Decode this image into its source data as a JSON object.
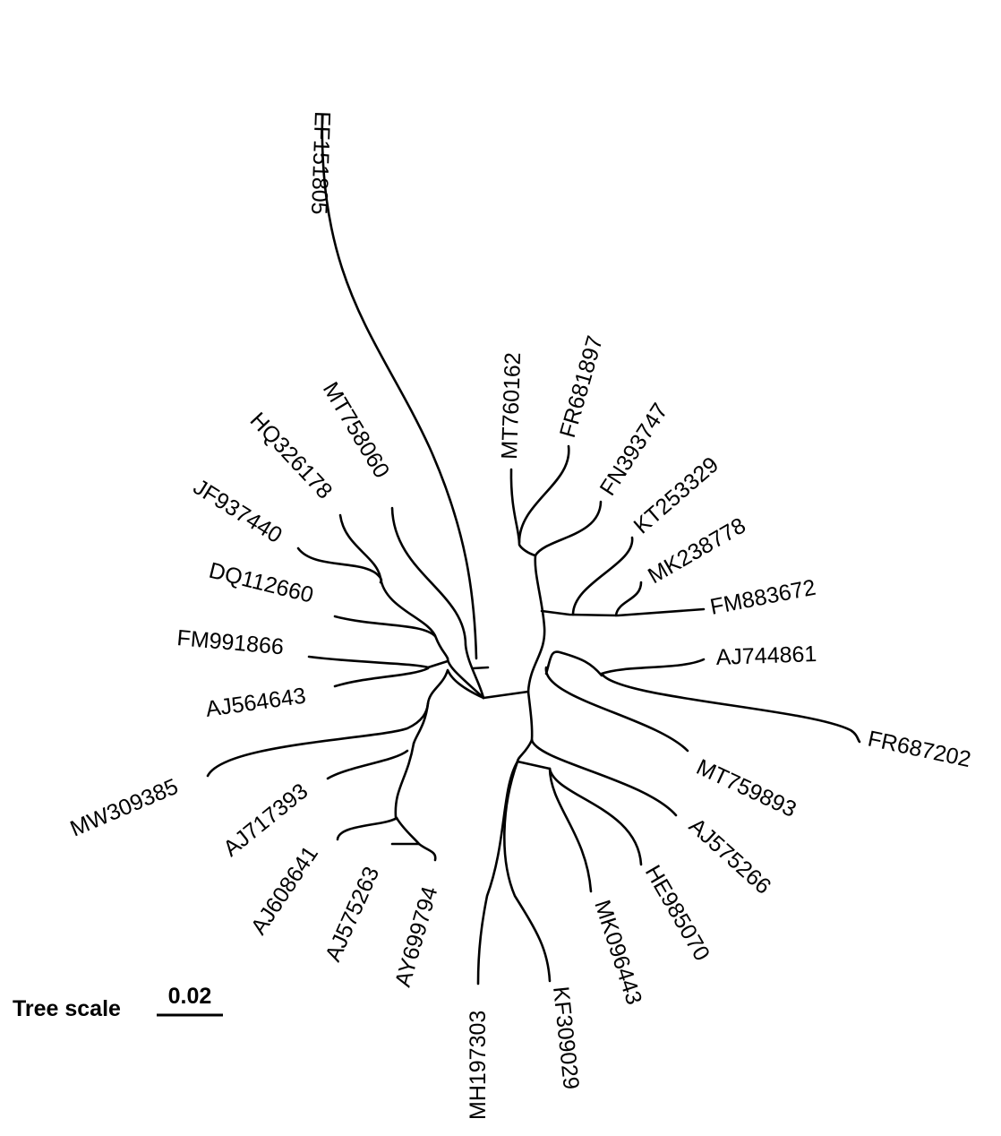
{
  "tree": {
    "leaves": [
      "EF151805",
      "MT760162",
      "FR681897",
      "FN393747",
      "KT253329",
      "MK238778",
      "FM883672",
      "AJ744861",
      "FR687202",
      "MT759893",
      "AJ575266",
      "HE985070",
      "MK096443",
      "KF309029",
      "MH197303",
      "AY699794",
      "AJ575263",
      "AJ608641",
      "AJ717393",
      "MW309385",
      "AJ564643",
      "FM991866",
      "DQ112660",
      "JF937440",
      "HQ326178",
      "MT758060"
    ]
  },
  "scale": {
    "title": "Tree scale",
    "value": "0.02"
  }
}
